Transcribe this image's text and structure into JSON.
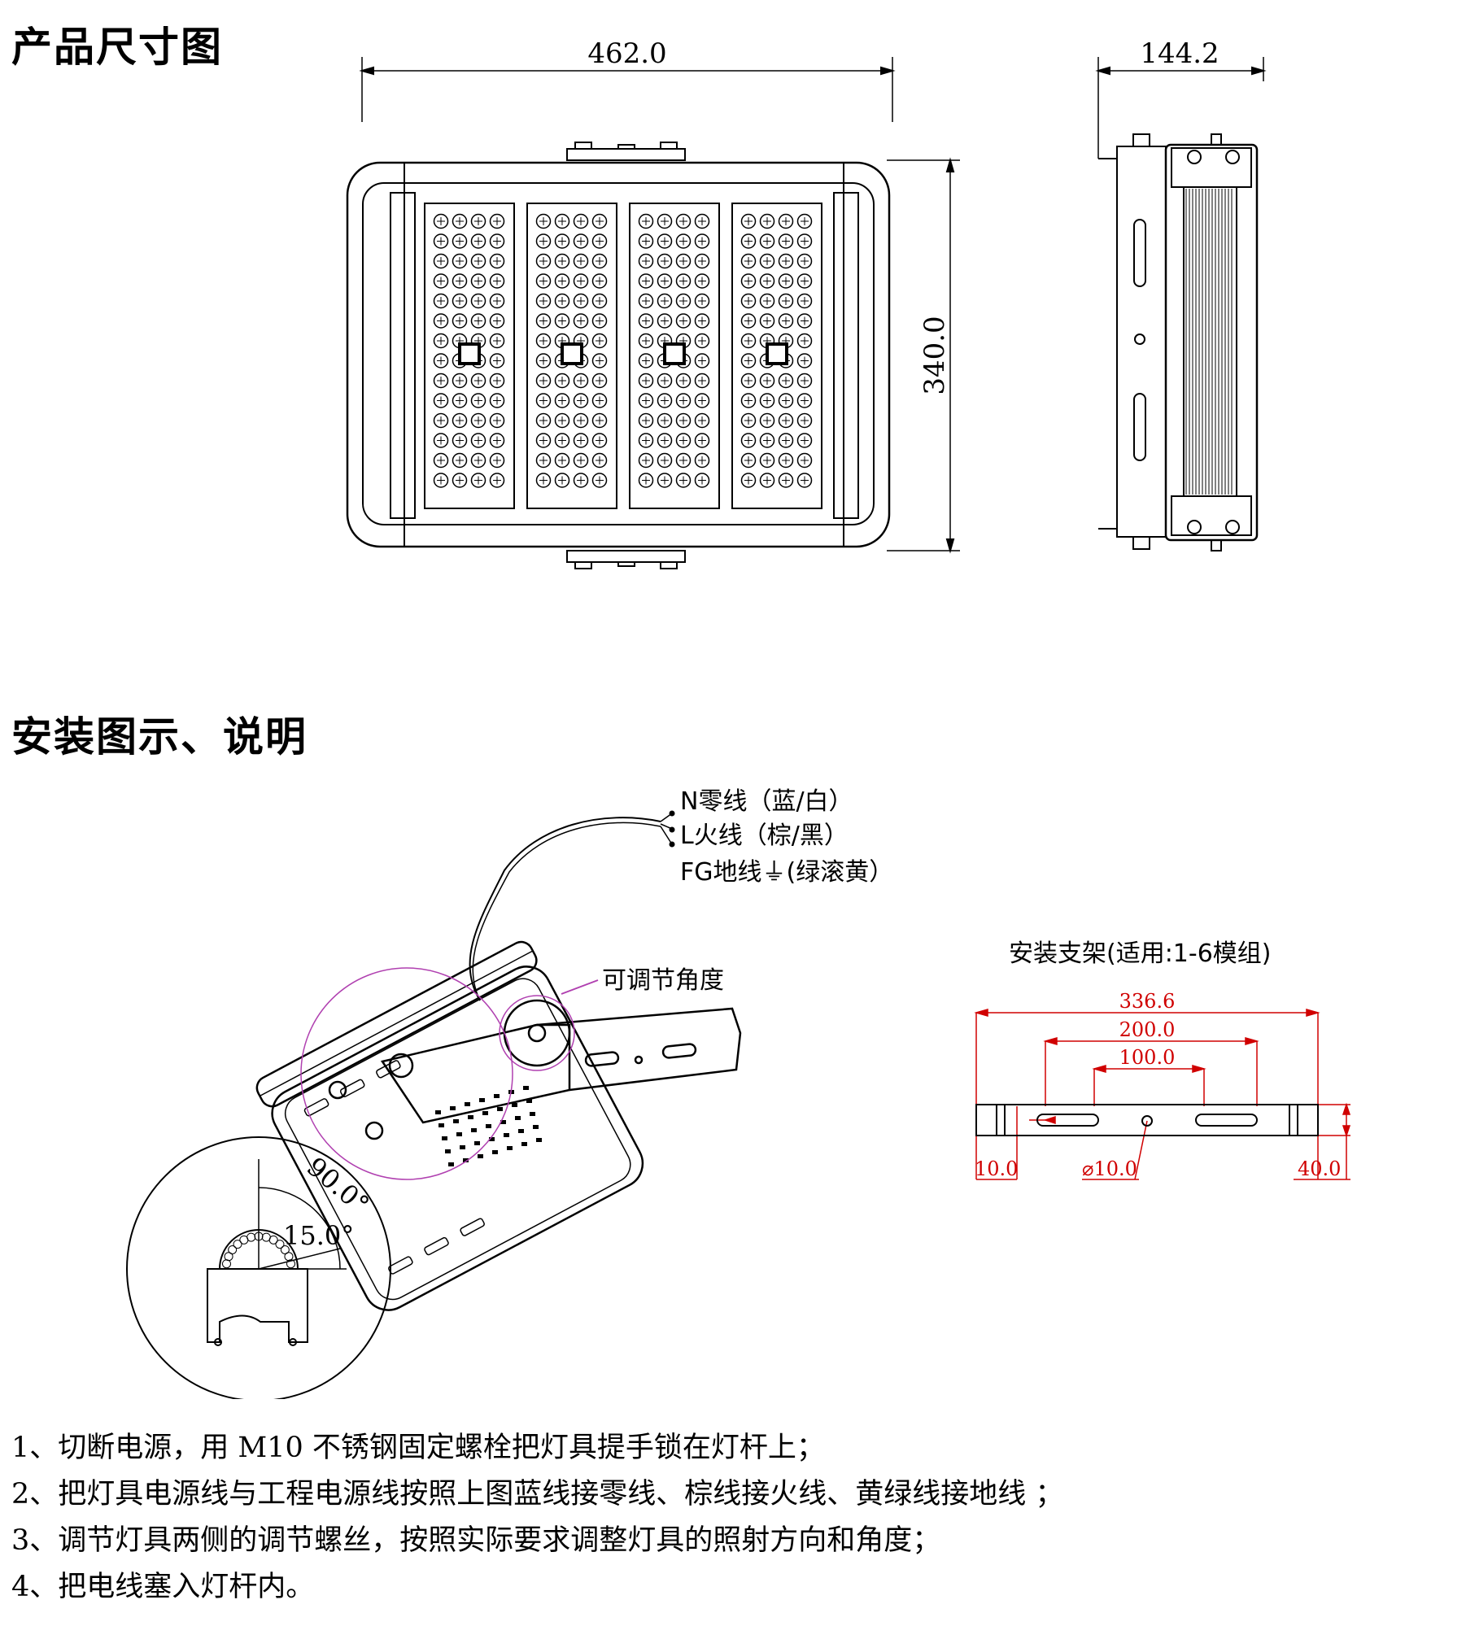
{
  "sections": {
    "dimensions_title": "产品尺寸图",
    "install_title": "安装图示、说明"
  },
  "front_view": {
    "width_dim": "462.0",
    "height_dim": "340.0"
  },
  "side_view": {
    "depth_dim": "144.2"
  },
  "wiring": {
    "neutral": "N零线（蓝/白）",
    "live": "L火线（棕/黑）",
    "ground": "FG地线⏚(绿滚黄）"
  },
  "adjust_label": "可调节角度",
  "angle": {
    "big": "90.0°",
    "small": "15.0°"
  },
  "bracket": {
    "title": "安装支架(适用:1-6模组)",
    "dim_total": "336.6",
    "dim_outer_slots": "200.0",
    "dim_inner_slots": "100.0",
    "dim_left": "10.0",
    "dim_hole": "⌀10.0",
    "dim_height": "40.0"
  },
  "steps": [
    "1、切断电源，用 M10 不锈钢固定螺栓把灯具提手锁在灯杆上；",
    "2、把灯具电源线与工程电源线按照上图蓝线接零线、棕线接火线、黄绿线接地线 ；",
    "3、调节灯具两侧的调节螺丝，按照实际要求调整灯具的照射方向和角度；",
    "4、把电线塞入灯杆内。"
  ]
}
